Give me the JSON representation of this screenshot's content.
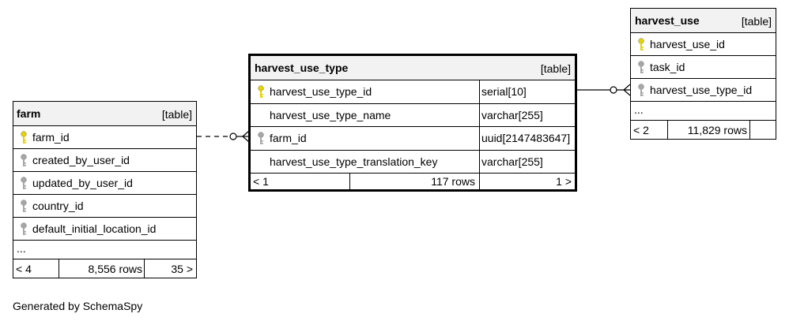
{
  "tables": {
    "farm": {
      "name": "farm",
      "kind": "[table]",
      "columns": [
        {
          "name": "farm_id",
          "key": "primary"
        },
        {
          "name": "created_by_user_id",
          "key": "foreign"
        },
        {
          "name": "updated_by_user_id",
          "key": "foreign"
        },
        {
          "name": "country_id",
          "key": "foreign"
        },
        {
          "name": "default_initial_location_id",
          "key": "foreign"
        }
      ],
      "more": "...",
      "footer": {
        "left": "< 4",
        "rows": "8,556 rows",
        "right": "35 >"
      }
    },
    "harvest_use_type": {
      "name": "harvest_use_type",
      "kind": "[table]",
      "columns": [
        {
          "name": "harvest_use_type_id",
          "key": "primary",
          "type": "serial[10]"
        },
        {
          "name": "harvest_use_type_name",
          "key": "none",
          "type": "varchar[255]"
        },
        {
          "name": "farm_id",
          "key": "foreign",
          "type": "uuid[2147483647]"
        },
        {
          "name": "harvest_use_type_translation_key",
          "key": "none",
          "type": "varchar[255]"
        }
      ],
      "footer": {
        "left": "< 1",
        "rows": "117 rows",
        "right": "1 >"
      }
    },
    "harvest_use": {
      "name": "harvest_use",
      "kind": "[table]",
      "columns": [
        {
          "name": "harvest_use_id",
          "key": "primary"
        },
        {
          "name": "task_id",
          "key": "foreign"
        },
        {
          "name": "harvest_use_type_id",
          "key": "foreign"
        }
      ],
      "more": "...",
      "footer": {
        "left": "< 2",
        "rows": "11,829 rows"
      }
    }
  },
  "colors": {
    "primary_key": "#e6d200",
    "foreign_key": "#a6a6a6",
    "header_bg": "#f2f2f2"
  },
  "footer_note": "Generated by SchemaSpy"
}
